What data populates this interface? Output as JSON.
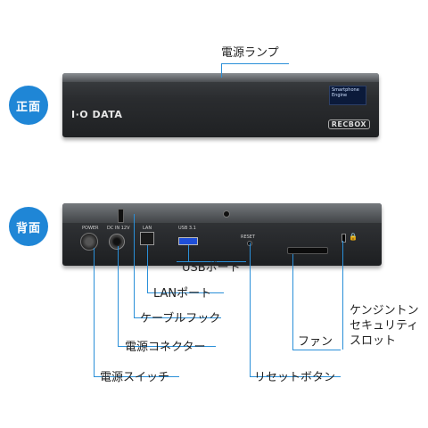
{
  "badges": {
    "front": "正面",
    "back": "背面"
  },
  "labels": {
    "power_lamp": "電源ランプ",
    "usb_port": "USBポート",
    "lan_port": "LANポート",
    "cable_hook": "ケーブルフック",
    "power_connector": "電源コネクター",
    "power_switch": "電源スイッチ",
    "reset_button": "リセットボタン",
    "fan": "ファン",
    "kensington": "ケンジントン\nセキュリティ\nスロット"
  },
  "device": {
    "brand": "I·O DATA",
    "lcd_text": "Smartphone\nEngine",
    "model_logo": "RECBOX",
    "ports": {
      "power": "POWER",
      "dc_in": "DC IN 12V",
      "lan": "LAN",
      "usb": "USB 3.1",
      "reset": "RESET"
    }
  },
  "colors": {
    "accent": "#1f86d6",
    "line": "#2a8fd8",
    "device": "#2a2c2f"
  },
  "icons": {
    "lock": "lock-icon"
  }
}
